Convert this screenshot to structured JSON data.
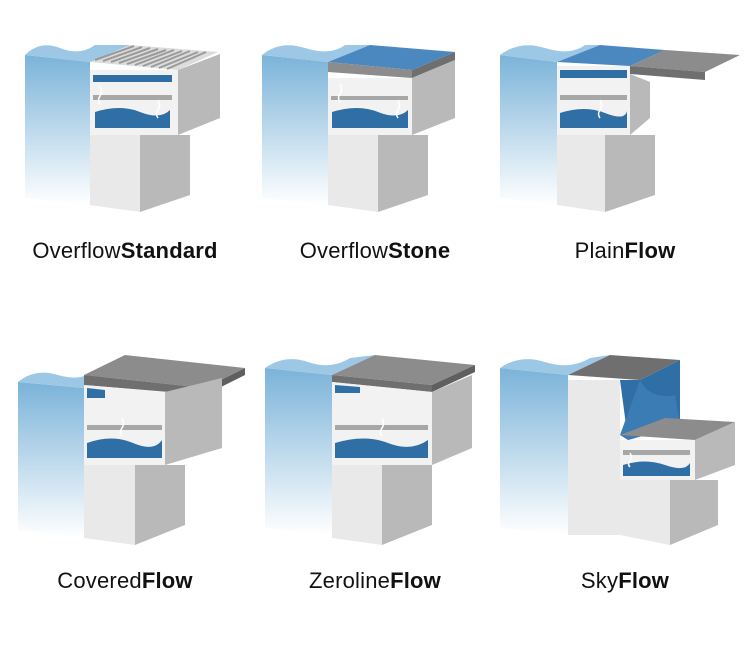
{
  "colors": {
    "water_light": "#7bb3d9",
    "water_deep": "#2f6fa6",
    "stone": "#8c8c8c",
    "block_front": "#e9e9e9",
    "block_side": "#b9b9b9"
  },
  "systems": [
    {
      "light": "Overflow",
      "bold": "Standard",
      "variant": "grating"
    },
    {
      "light": "Overflow",
      "bold": "Stone",
      "variant": "stone"
    },
    {
      "light": "Plain",
      "bold": "Flow",
      "variant": "plain"
    },
    {
      "light": "Covered",
      "bold": "Flow",
      "variant": "covered"
    },
    {
      "light": "Zeroline",
      "bold": "Flow",
      "variant": "zeroline"
    },
    {
      "light": "Sky",
      "bold": "Flow",
      "variant": "sky"
    }
  ]
}
